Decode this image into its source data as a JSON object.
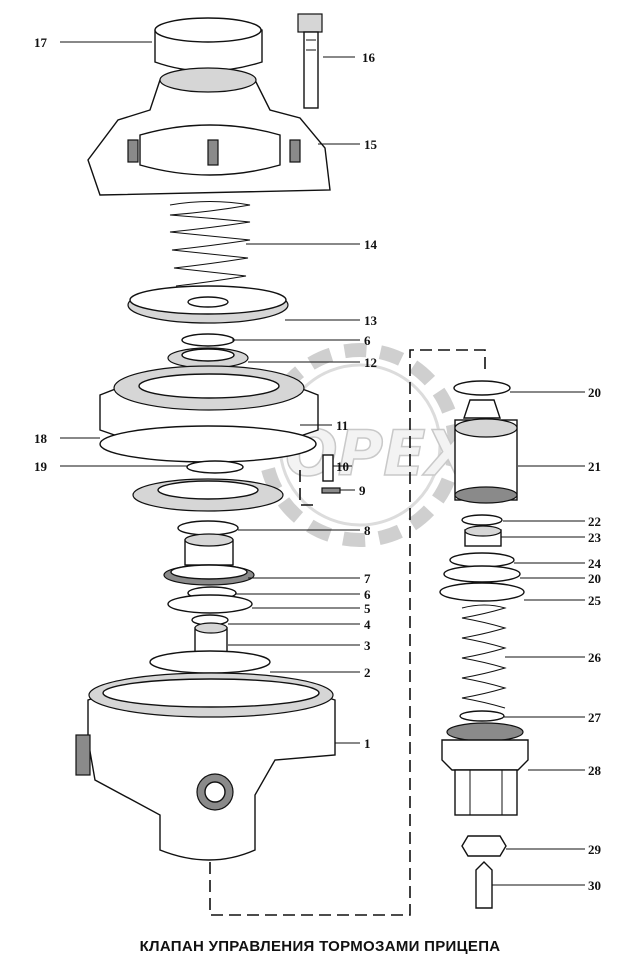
{
  "diagram": {
    "caption": "КЛАПАН УПРАВЛЕНИЯ ТОРМОЗАМИ ПРИЦЕПА",
    "watermark": "OPEX",
    "callouts": {
      "p1": "1",
      "p2": "2",
      "p3": "3",
      "p4": "4",
      "p5": "5",
      "p6a": "6",
      "p6b": "6",
      "p7": "7",
      "p8": "8",
      "p9": "9",
      "p10": "10",
      "p11": "11",
      "p12": "12",
      "p13": "13",
      "p14": "14",
      "p15": "15",
      "p16": "16",
      "p17": "17",
      "p18": "18",
      "p19": "19",
      "p20a": "20",
      "p20b": "20",
      "p21": "21",
      "p22": "22",
      "p23": "23",
      "p24": "24",
      "p25": "25",
      "p26": "26",
      "p27": "27",
      "p28": "28",
      "p29": "29",
      "p30": "30"
    }
  }
}
